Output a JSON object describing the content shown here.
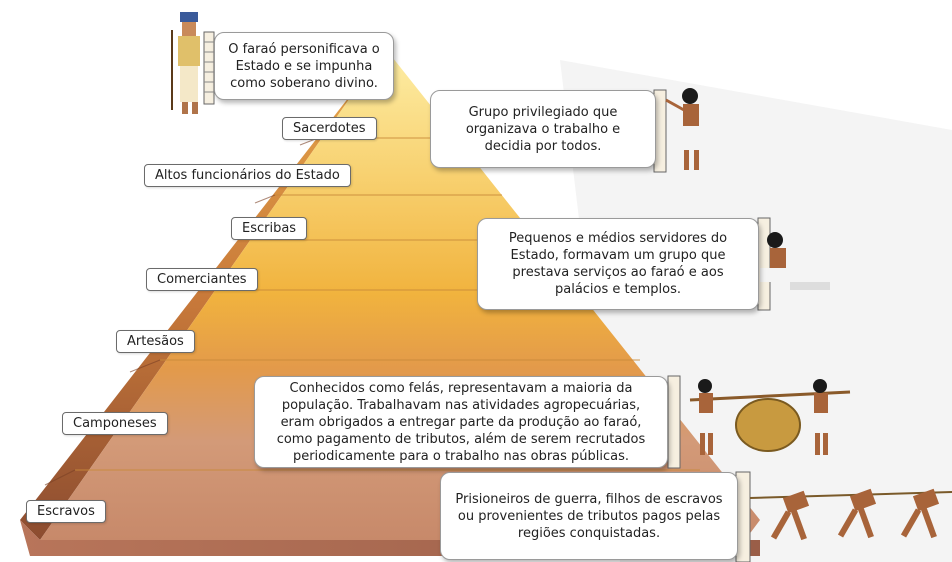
{
  "levels": [
    {
      "label": "Sacerdotes"
    },
    {
      "label": "Altos funcionários do Estado"
    },
    {
      "label": "Escribas"
    },
    {
      "label": "Comerciantes"
    },
    {
      "label": "Artesãos"
    },
    {
      "label": "Camponeses"
    },
    {
      "label": "Escravos"
    }
  ],
  "descriptions": {
    "farao": "O faraó personificava o Estado e se impunha como soberano divino.",
    "sacerdotes": "Grupo privilegiado que organizava o trabalho e decidia por todos.",
    "escribas": "Pequenos e médios servidores do Estado, formavam um grupo que prestava serviços ao faraó e aos palácios e templos.",
    "camponeses": "Conhecidos como felás, representavam a maioria da população. Trabalhavam nas atividades agropecuárias, eram obrigados a entregar parte da produção ao faraó, como pagamento de tributos, além de serem recrutados periodicamente para o trabalho nas obras públicas.",
    "escravos": "Prisioneiros de guerra, filhos de escravos ou provenientes de tributos pagos pelas regiões conquistadas."
  },
  "colors": {
    "pyramid_top": "#fbe08a",
    "pyramid_middle": "#f2b640",
    "pyramid_bottom": "#a8653e",
    "border": "#6b6b6b"
  }
}
